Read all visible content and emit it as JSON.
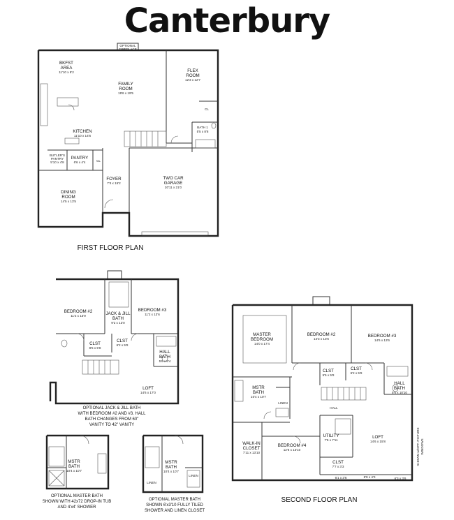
{
  "title": "Canterbury",
  "first_floor": {
    "caption": "FIRST FLOOR PLAN",
    "optional_fireplace": [
      "OPTIONAL",
      "FIREPLACE"
    ],
    "bkfst": {
      "name": [
        "BKFST",
        "AREA"
      ],
      "dim": "11'10 x 9'2"
    },
    "family": {
      "name": [
        "FAMILY",
        "ROOM"
      ],
      "dim": "19'6 x 19'5"
    },
    "flex": {
      "name": [
        "FLEX",
        "ROOM"
      ],
      "dim": "12'3 x 12'7"
    },
    "cl1": "CL",
    "kitchen": {
      "name": "KITCHEN",
      "dim": "11'10 x 14'6"
    },
    "bath1": {
      "name": "BATH 1",
      "dim": "5'5 x 8'8"
    },
    "butlers": {
      "name": [
        "BUTLER'S",
        "PANTRY"
      ],
      "dim": "5'10 x 4'8"
    },
    "pantry": {
      "name": "PANTRY",
      "dim": "6'6 x 4'4"
    },
    "cl2": "CL",
    "dining": {
      "name": [
        "DINING",
        "ROOM"
      ],
      "dim": "14'5 x 13'5"
    },
    "foyer": {
      "name": "FOYER",
      "dim": "7'4 x 15'2"
    },
    "garage": {
      "name": [
        "TWO CAR",
        "GARAGE"
      ],
      "dim": "20'11 x 21'0"
    }
  },
  "opt_jack_jill": {
    "bedroom2": {
      "name": "BEDROOM #2",
      "dim": "11'2 x 13'9"
    },
    "jj_bath": {
      "name": [
        "JACK & JILL",
        "BATH"
      ],
      "dim": "9'2 x 13'0"
    },
    "bedroom3": {
      "name": "BEDROOM #3",
      "dim": "11'2 x 13'6"
    },
    "clst1": {
      "name": "CLST",
      "dim": "8'5 x 5'8"
    },
    "clst2": {
      "name": "CLST",
      "dim": "6'2 x 5'8"
    },
    "hall_bath": {
      "name": [
        "HALL",
        "BATH"
      ],
      "dim": "5'6 x 6'4"
    },
    "loft": {
      "name": "LOFT",
      "dim": "14'6 x 17'0"
    },
    "note": [
      "OPTIONAL JACK & JILL BATH",
      "WITH BEDROOM #2 AND #3. HALL",
      "BATH CHANGES FROM 60\"",
      "VANITY TO 42\" VANITY"
    ]
  },
  "second_floor": {
    "caption": "SECOND FLOOR PLAN",
    "master": {
      "name": [
        "MASTER",
        "BEDROOM"
      ],
      "dim": "14'0 x 17'4"
    },
    "bedroom2": {
      "name": "BEDROOM #2",
      "dim": "14'3 x 13'6"
    },
    "bedroom3": {
      "name": "BEDROOM #3",
      "dim": "14'6 x 13'6"
    },
    "clst1": {
      "name": "CLST",
      "dim": "5'5 x 5'8"
    },
    "clst2": {
      "name": "CLST",
      "dim": "6'2 x 5'8"
    },
    "hall_bath": {
      "name": [
        "HALL",
        "BATH"
      ],
      "dim": "5'6 x 10'10"
    },
    "mstr_bath": {
      "name": [
        "MSTR",
        "BATH"
      ],
      "dim": "10'4 x 10'7"
    },
    "linen": "LINEN",
    "hall": "HALL",
    "walkin": {
      "name": [
        "WALK-IN",
        "CLOSET"
      ],
      "dim": "7'11 x 13'10"
    },
    "bedroom4": {
      "name": "BEDROOM #4",
      "dim": "12'6 x 13'10"
    },
    "utility": {
      "name": "UTILITY",
      "dim": "7'5 x 7'11"
    },
    "loft": {
      "name": "LOFT",
      "dim": "14'6 x 15'8"
    },
    "clst3": {
      "name": "CLST",
      "dim": "7'7 x 3'3"
    },
    "dim_a": "6'1 x 3'6",
    "dim_b": "8'9 x 4'0",
    "dim_c": "6'3 x 3'6",
    "side_note": [
      "SHOWN w/OPT. PICTURE",
      "WINDOWS"
    ]
  },
  "opt_master_a": {
    "mstr_bath": {
      "name": [
        "MSTR",
        "BATH"
      ],
      "dim": "10'4 x 10'7"
    },
    "note": [
      "OPTIONAL MASTER BATH",
      "SHOWN WITH 42x72 DROP-IN TUB",
      "AND 4'x4' SHOWER"
    ]
  },
  "opt_master_b": {
    "mstr_bath": {
      "name": [
        "MSTR",
        "BATH"
      ],
      "dim": "10'4 x 10'7"
    },
    "linen1": "LINEN",
    "linen2": "LINEN",
    "note": [
      "OPTIONAL MASTER BATH",
      "SHOWN 6'x3'10 FULLY TILED",
      "SHOWER AND LINEN CLOSET"
    ]
  }
}
